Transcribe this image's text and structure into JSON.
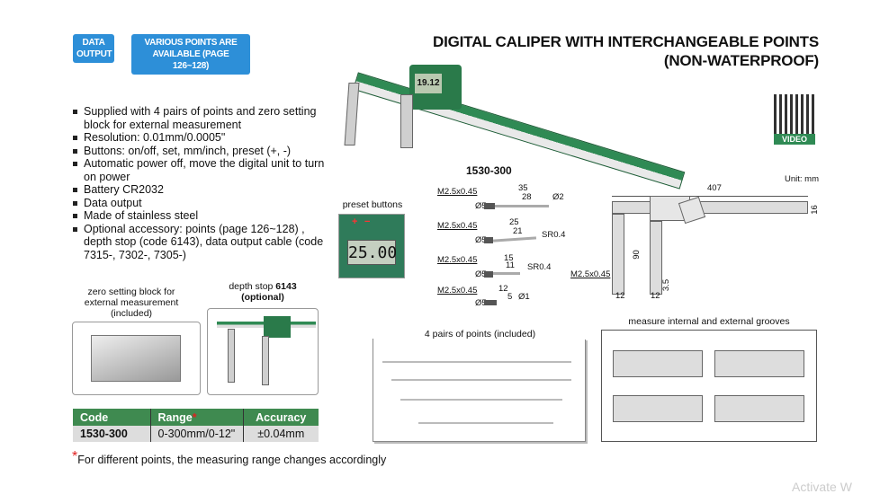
{
  "badges": {
    "data_output": "DATA OUTPUT",
    "points_available": "VARIOUS POINTS ARE AVAILABLE (PAGE 126~128)"
  },
  "title": {
    "line1": "DIGITAL CALIPER WITH INTERCHANGEABLE POINTS",
    "line2": "(NON-WATERPROOF)"
  },
  "display_reading": "19.12",
  "video_label": "VIDEO",
  "features": [
    "Supplied with 4 pairs of points and zero setting block for external measurement",
    "Resolution: 0.01mm/0.0005\"",
    "Buttons: on/off, set, mm/inch, preset (+, -)",
    "Automatic power off, move the digital unit to turn on power",
    "Battery CR2032",
    "Data output",
    "Made of stainless steel",
    "Optional accessory: points (page 126~128) , depth stop (code 6143), data output cable (code 7315-, 7302-, 7305-)"
  ],
  "preset": {
    "label": "preset buttons",
    "plus": "+",
    "minus": "−",
    "reading": "25.00"
  },
  "model_label": "1530-300",
  "points_drawing": [
    {
      "thread": "M2.5x0.45",
      "dia": "Ø5",
      "l1": "35",
      "l2": "28",
      "tip": "Ø2"
    },
    {
      "thread": "M2.5x0.45",
      "dia": "Ø5",
      "l1": "25",
      "l2": "21",
      "tip": "SR0.4"
    },
    {
      "thread": "M2.5x0.45",
      "dia": "Ø5",
      "l1": "15",
      "l2": "11",
      "tip": "SR0.4"
    },
    {
      "thread": "M2.5x0.45",
      "dia": "Ø5",
      "l1": "12",
      "l2": "5",
      "tip": "Ø1"
    }
  ],
  "dimension_drawing": {
    "unit": "Unit: mm",
    "length": "407",
    "height": "16",
    "jaw": "90",
    "thread": "M2.5x0.45",
    "tip1": "12",
    "tip2": "12",
    "tip_h": "3.5"
  },
  "zero_block": {
    "label": "zero setting block for external measurement (included)"
  },
  "depth_stop": {
    "label_prefix": "depth stop ",
    "code": "6143",
    "optional": "(optional)"
  },
  "pairs_label": "4 pairs of points (included)",
  "grooves_label": "measure internal and external grooves",
  "spec_table": {
    "headers": [
      "Code",
      "Range",
      "Accuracy"
    ],
    "row": [
      "1530-300",
      "0-300mm/0-12\"",
      "±0.04mm"
    ]
  },
  "footnote_star": "*",
  "footnote": "For different points, the measuring range changes accordingly",
  "watermark": "Activate W"
}
